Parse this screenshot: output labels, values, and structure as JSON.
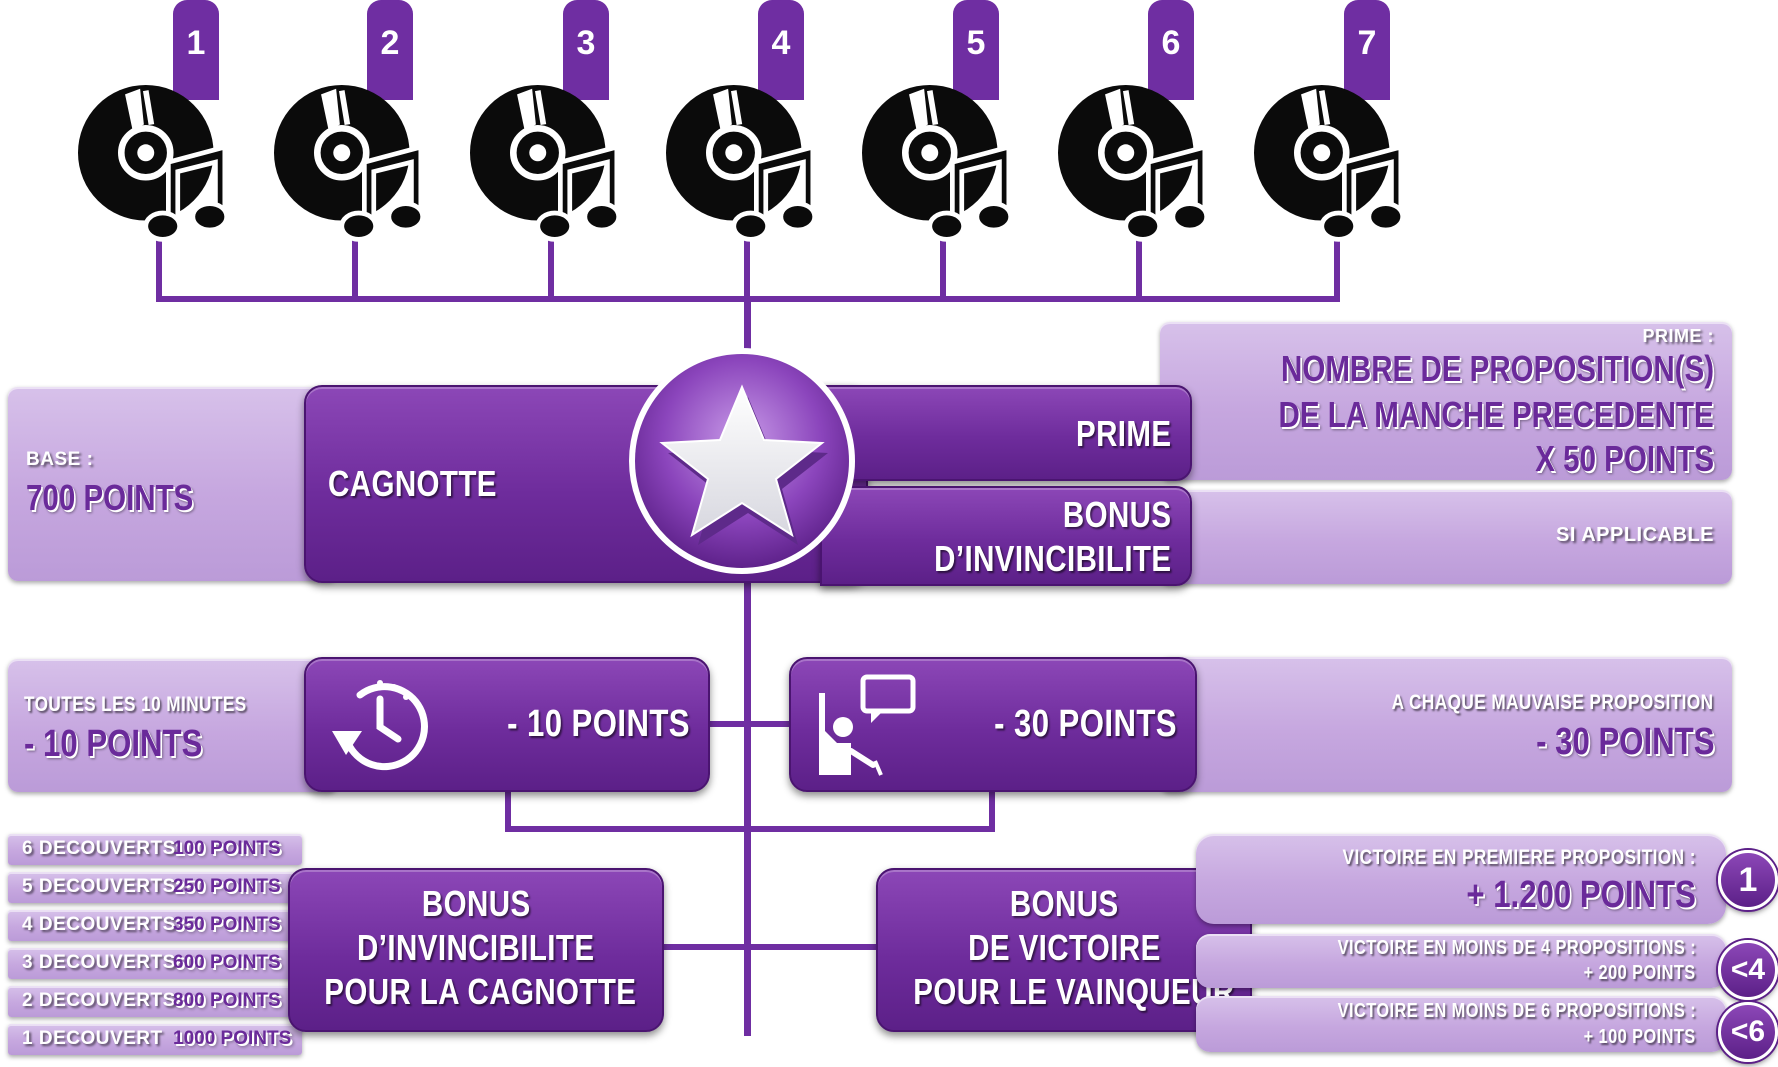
{
  "rounds": {
    "numbers": [
      "1",
      "2",
      "3",
      "4",
      "5",
      "6",
      "7"
    ],
    "icon": "vinyl-music-note-icon"
  },
  "cagnotte": {
    "base_label": "BASE :",
    "base_value": "700 POINTS",
    "title": "CAGNOTTE"
  },
  "prime": {
    "title": "PRIME",
    "desc_label": "PRIME :",
    "desc_lines": [
      "NOMBRE DE PROPOSITION(S)",
      "DE LA MANCHE PRECEDENTE",
      "X 50 POINTS"
    ]
  },
  "bonus_invincibilite": {
    "title_lines": [
      "BONUS",
      "D’INVINCIBILITE"
    ],
    "desc": "SI APPLICABLE"
  },
  "time_penalty": {
    "label": "TOUTES LES 10 MINUTES",
    "value": "- 10 POINTS",
    "box_value": "- 10 POINTS",
    "icon": "clock-rewind-icon"
  },
  "wrong_penalty": {
    "label": "A CHAQUE MAUVAISE PROPOSITION",
    "value": "- 30 POINTS",
    "box_value": "- 30 POINTS",
    "icon": "person-speech-bubble-icon"
  },
  "invincibility_bonus_cagnotte": {
    "title_lines": [
      "BONUS",
      "D’INVINCIBILITE",
      "POUR LA CAGNOTTE"
    ],
    "rows": [
      {
        "found": "6 DECOUVERTS",
        "points": "100 POINTS"
      },
      {
        "found": "5 DECOUVERTS",
        "points": "250 POINTS"
      },
      {
        "found": "4 DECOUVERTS",
        "points": "350 POINTS"
      },
      {
        "found": "3 DECOUVERTS",
        "points": "600 POINTS"
      },
      {
        "found": "2 DECOUVERTS",
        "points": "800 POINTS"
      },
      {
        "found": "1 DECOUVERT",
        "points": "1000 POINTS"
      }
    ]
  },
  "victory_bonus": {
    "title_lines": [
      "BONUS",
      "DE VICTOIRE",
      "POUR LE VAINQUEUR"
    ],
    "items": [
      {
        "label": "VICTOIRE EN PREMIERE PROPOSITION :",
        "value": "+ 1.200 POINTS",
        "badge": "1"
      },
      {
        "label": "VICTOIRE EN MOINS DE 4 PROPOSITIONS :",
        "value": "+ 200 POINTS",
        "badge": "<4"
      },
      {
        "label": "VICTOIRE EN MOINS DE 6 PROPOSITIONS :",
        "value": "+ 100 POINTS",
        "badge": "<6"
      }
    ]
  },
  "colors": {
    "dark_purple": "#6f2ea2",
    "light_purple": "#c6a7df",
    "text_purple": "#6a2a9a"
  }
}
